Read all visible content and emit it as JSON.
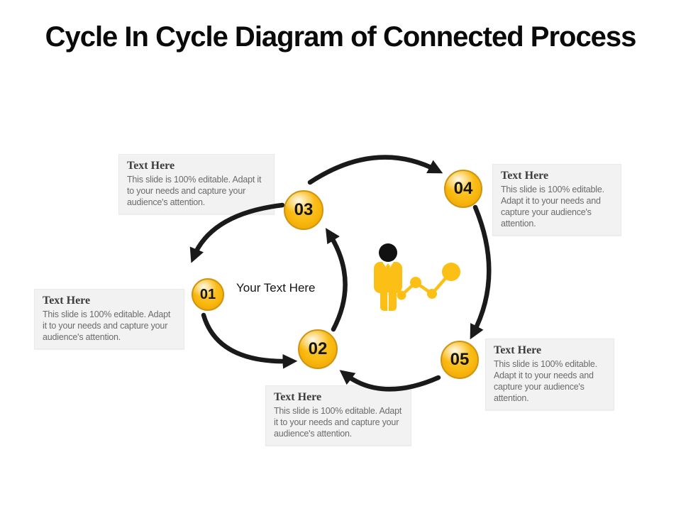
{
  "slide": {
    "title": "Cycle In Cycle Diagram of Connected Process"
  },
  "diagram": {
    "center_label": "Your Text Here",
    "nodes": [
      {
        "number": "01"
      },
      {
        "number": "02"
      },
      {
        "number": "03"
      },
      {
        "number": "04"
      },
      {
        "number": "05"
      }
    ],
    "textboxes": [
      {
        "position": "top-left-near-03",
        "heading": "Text Here",
        "body": "This slide is 100% editable. Adapt it to your needs and capture your audience's attention."
      },
      {
        "position": "top-right-near-04",
        "heading": "Text Here",
        "body": "This slide is 100% editable. Adapt it to your needs and capture your audience's attention."
      },
      {
        "position": "left-near-01",
        "heading": "Text Here",
        "body": "This slide is 100% editable. Adapt it to your needs and capture your audience's attention."
      },
      {
        "position": "bottom-near-02",
        "heading": "Text Here",
        "body": "This slide is 100% editable. Adapt it to your needs and capture your audience's attention."
      },
      {
        "position": "bottom-right-near-05",
        "heading": "Text Here",
        "body": "This slide is 100% editable. Adapt it to your needs and capture your audience's attention."
      }
    ],
    "icons": [
      "businessman-icon",
      "dot-chart-icon"
    ]
  },
  "colors": {
    "accent_gold": "#F9B80E",
    "arrow_black": "#1A1A1A",
    "textbox_bg": "#F2F2F2",
    "heading_text": "#3D3D3D",
    "body_text": "#6B6B6B",
    "title_text": "#0A0A0A"
  }
}
